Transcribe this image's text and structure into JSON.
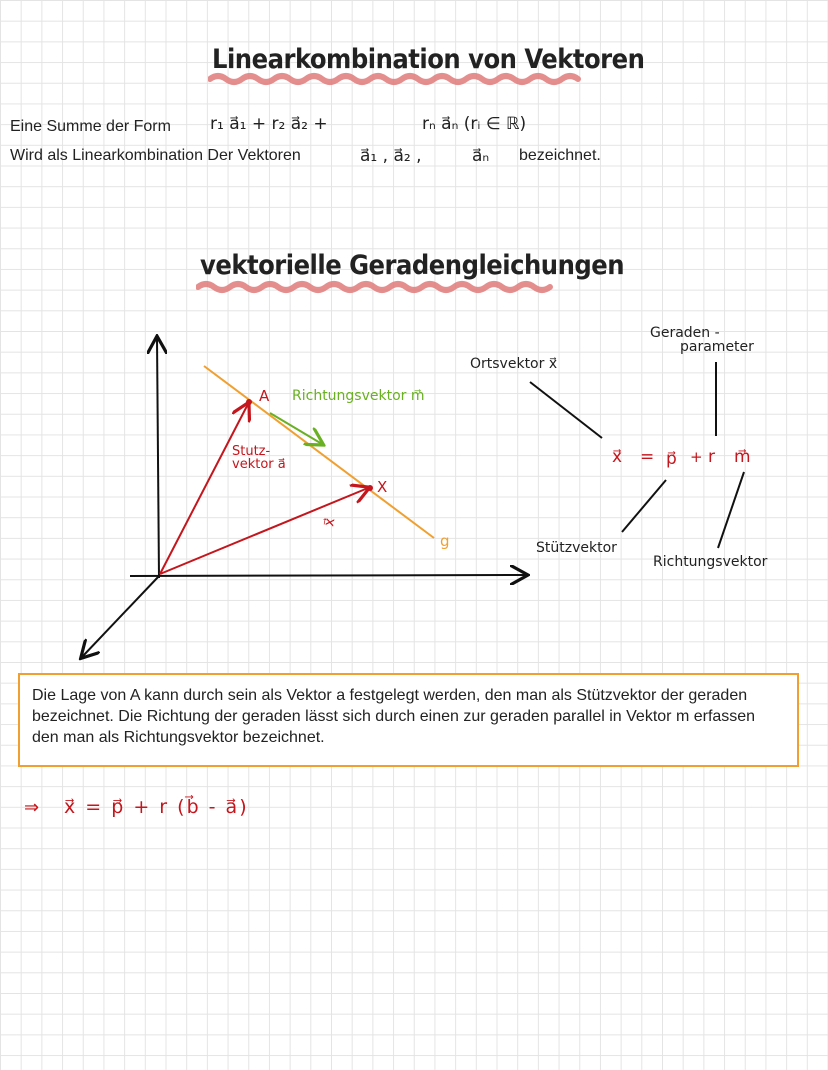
{
  "section1": {
    "title": "Linearkombination von Vektoren",
    "line1_prefix": "Eine Summe der Form",
    "line1_formula_a": "r₁ a⃗₁ + r₂ a⃗₂ +",
    "line1_formula_b": "rₙ a⃗ₙ (rᵢ ∈ ℝ)",
    "line2_prefix": "Wird als Linearkombination Der Vektoren",
    "line2_formula": "a⃗₁ , a⃗₂ ,",
    "line2_formula_b": "a⃗ₙ",
    "line2_suffix": "bezeichnet."
  },
  "section2": {
    "title": "vektorielle Geradengleichungen"
  },
  "diagram": {
    "label_A": "A",
    "label_X": "X",
    "label_g": "g",
    "label_richtungsvektor": "Richtungsvektor m⃗",
    "label_stutz_1": "Stutz-",
    "label_stutz_2": "vektor a⃗",
    "label_x_vec": "x⃗",
    "colors": {
      "red": "#c4161c",
      "orange": "#f0a030",
      "green": "#6ab023",
      "black": "#111111"
    }
  },
  "equation_diagram": {
    "label_ortsvektor": "Ortsvektor x⃗",
    "label_geradenparameter_1": "Geraden -",
    "label_geradenparameter_2": "parameter",
    "equation_x": "x⃗",
    "equation_eq": "=",
    "equation_p": "p⃗",
    "equation_plus": "+",
    "equation_r": "r",
    "equation_m": "m⃗",
    "label_stuetzvektor": "Stützvektor",
    "label_richtungsvektor": "Richtungsvektor"
  },
  "info_box": {
    "text": "Die Lage von A kann durch sein als Vektor a festgelegt werden, den man als Stützvektor der geraden bezeichnet. Die Richtung der geraden lässt sich durch einen zur geraden parallel in Vektor m erfassen den man als Richtungsvektor bezeichnet."
  },
  "result": {
    "arrow": "⇒",
    "formula": "x⃗ = p⃗ + r (b⃗ - a⃗)"
  }
}
